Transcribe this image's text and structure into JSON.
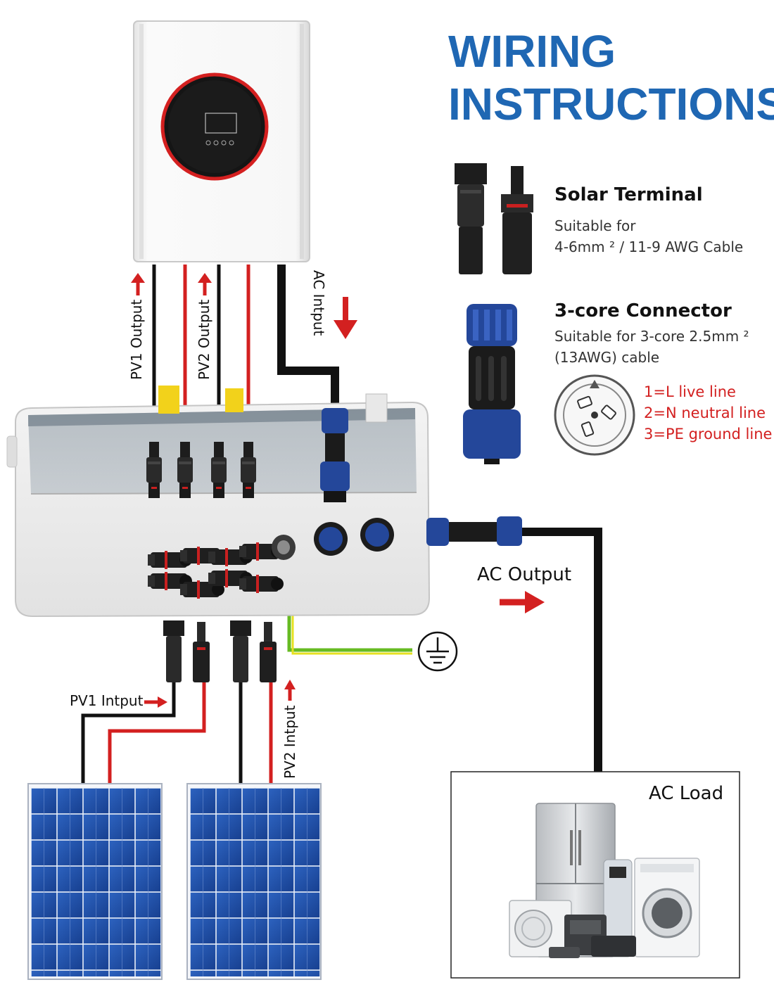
{
  "title": {
    "line1": "WIRING",
    "line2": "INSTRUCTIONS"
  },
  "solar_terminal": {
    "heading": "Solar Terminal",
    "desc_line1": "Suitable for",
    "desc_line2": "4-6mm ² / 11-9 AWG Cable"
  },
  "three_core": {
    "heading": "3-core Connector",
    "desc_line1": "Suitable for 3-core 2.5mm ²",
    "desc_line2": "(13AWG) cable",
    "pins": [
      "1=L live line",
      "2=N neutral line",
      "3=PE ground line"
    ]
  },
  "labels": {
    "pv1_output": "PV1 Output",
    "pv2_output": "PV2 Output",
    "ac_input": "AC Intput",
    "ac_output": "AC Output",
    "pv1_input": "PV1 Intput",
    "pv2_input": "PV2 Intput",
    "ac_load": "AC Load"
  },
  "colors": {
    "title_blue": "#1f67b3",
    "wire_red": "#d32020",
    "wire_black": "#111111",
    "ground_green": "#66bb22",
    "ground_yellow": "#e6e020",
    "panel_blue": "#1f4fa8",
    "connector_blue": "#24479a"
  },
  "icons": [
    "inverter",
    "combiner-box",
    "solar-panel",
    "mc4-connector",
    "ground-symbol",
    "appliances"
  ]
}
